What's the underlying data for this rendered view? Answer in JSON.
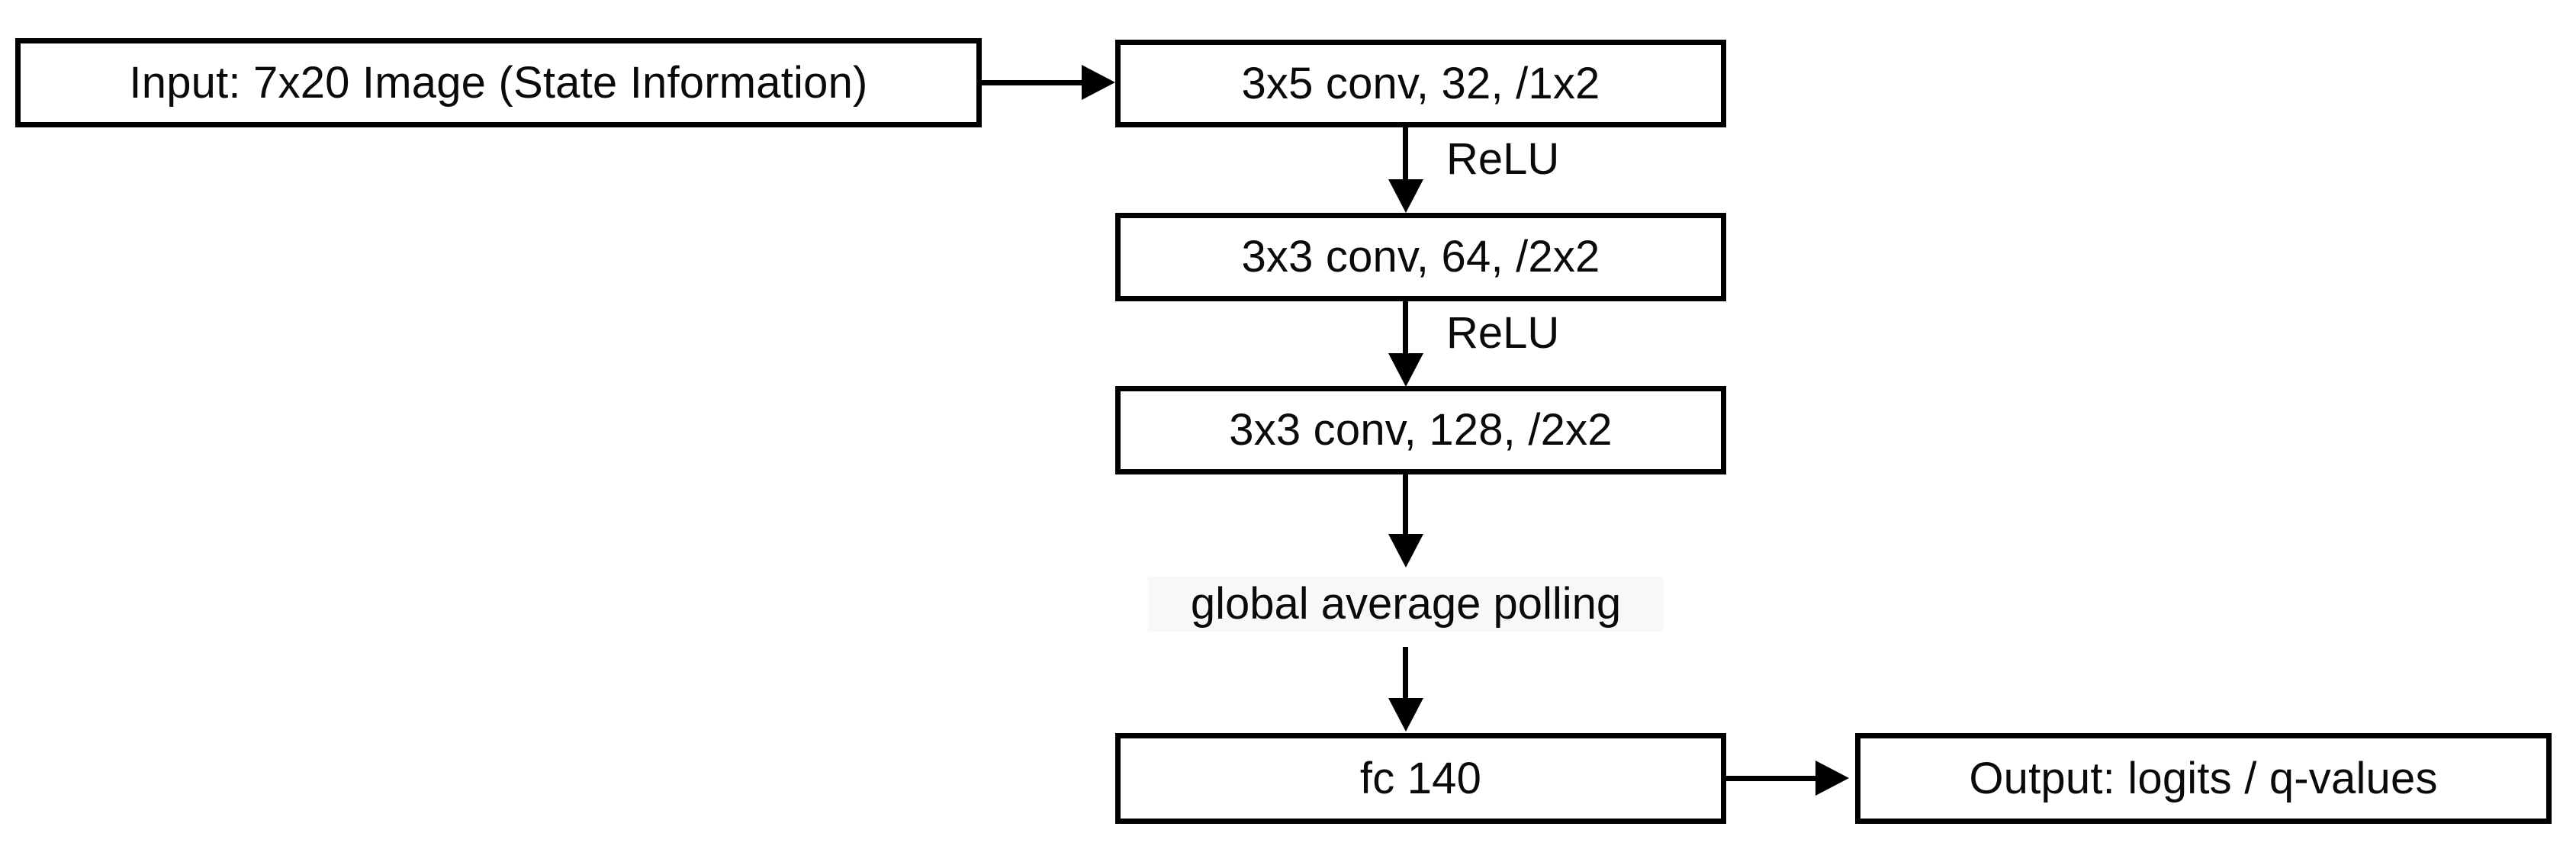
{
  "diagram": {
    "title": "CNN architecture flowchart",
    "background_color": "#ffffff",
    "stroke_color": "#000000",
    "text_color": "#0a0a0a",
    "highlight_color": "#f7f8fa",
    "nodes": [
      {
        "id": "input",
        "label": "Input: 7x20 Image (State Information)",
        "shape": "rect"
      },
      {
        "id": "conv1",
        "label": "3x5 conv, 32, /1x2",
        "shape": "rect"
      },
      {
        "id": "conv2",
        "label": "3x3 conv, 64, /2x2",
        "shape": "rect"
      },
      {
        "id": "conv3",
        "label": "3x3 conv, 128, /2x2",
        "shape": "rect"
      },
      {
        "id": "gap",
        "label": "global average polling",
        "shape": "plain"
      },
      {
        "id": "fc",
        "label": "fc 140",
        "shape": "rect"
      },
      {
        "id": "output",
        "label": "Output: logits / q-values",
        "shape": "rect"
      }
    ],
    "edges": [
      {
        "id": "e1",
        "from": "input",
        "to": "conv1",
        "label": "",
        "direction": "right"
      },
      {
        "id": "e2",
        "from": "conv1",
        "to": "conv2",
        "label": "ReLU",
        "direction": "down"
      },
      {
        "id": "e3",
        "from": "conv2",
        "to": "conv3",
        "label": "ReLU",
        "direction": "down"
      },
      {
        "id": "e4",
        "from": "conv3",
        "to": "gap",
        "label": "",
        "direction": "down"
      },
      {
        "id": "e5",
        "from": "gap",
        "to": "fc",
        "label": "",
        "direction": "down"
      },
      {
        "id": "e6",
        "from": "fc",
        "to": "output",
        "label": "",
        "direction": "right"
      }
    ]
  }
}
